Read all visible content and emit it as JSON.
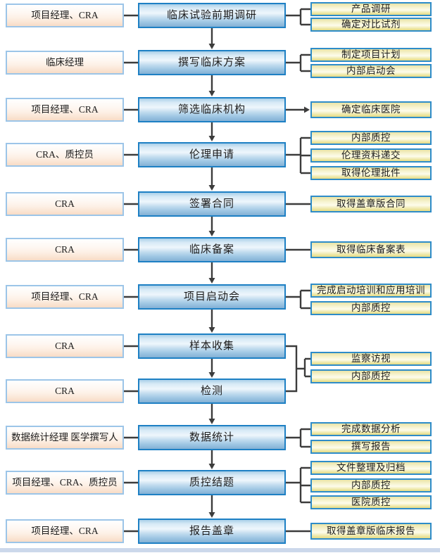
{
  "flowchart": {
    "rows": [
      {
        "role": "项目经理、CRA",
        "step": "临床试验前期调研",
        "outputs": [
          "产品调研",
          "确定对比试剂"
        ]
      },
      {
        "role": "临床经理",
        "step": "撰写临床方案",
        "outputs": [
          "制定项目计划",
          "内部启动会"
        ]
      },
      {
        "role": "项目经理、CRA",
        "step": "筛选临床机构",
        "outputs": [
          "确定临床医院"
        ]
      },
      {
        "role": "CRA、质控员",
        "step": "伦理申请",
        "outputs": [
          "内部质控",
          "伦理资料递交",
          "取得伦理批件"
        ]
      },
      {
        "role": "CRA",
        "step": "签署合同",
        "outputs": [
          "取得盖章版合同"
        ]
      },
      {
        "role": "CRA",
        "step": "临床备案",
        "outputs": [
          "取得临床备案表"
        ]
      },
      {
        "role": "项目经理、CRA",
        "step": "项目启动会",
        "outputs": [
          "完成启动培训和应用培训",
          "内部质控"
        ]
      },
      {
        "role": "CRA",
        "step": "样本收集",
        "outputs": []
      },
      {
        "role": "CRA",
        "step": "检测",
        "outputs": []
      },
      {
        "role": "数据统计经理 医学撰写人",
        "step": "数据统计",
        "outputs": [
          "完成数据分析",
          "撰写报告"
        ]
      },
      {
        "role": "项目经理、CRA、质控员",
        "step": "质控结题",
        "outputs": [
          "文件整理及归档",
          "内部质控",
          "医院质控"
        ]
      },
      {
        "role": "项目经理、CRA",
        "step": "报告盖章",
        "outputs": [
          "取得盖章版临床报告"
        ]
      }
    ],
    "shared_outputs": {
      "applies_to_steps": [
        "样本收集",
        "检测"
      ],
      "items": [
        "监察访视",
        "内部质控"
      ]
    },
    "colors": {
      "step_border": "#1e80c4",
      "role_border": "#9cc5e8",
      "output_border": "#2e8cc9",
      "connector": "#3c3c3c",
      "footer_bar": "#ccd8eb"
    }
  }
}
